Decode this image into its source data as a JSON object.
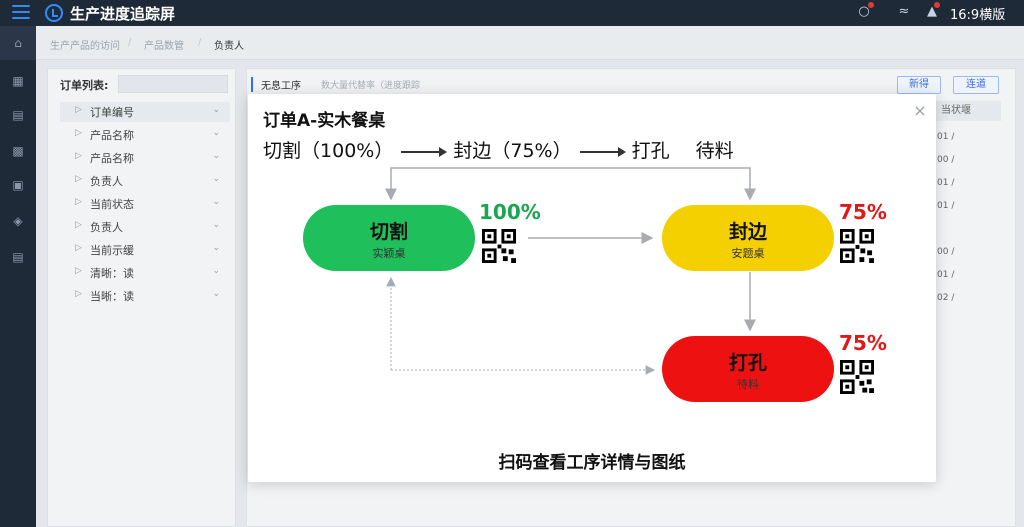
{
  "app": {
    "title": "生产进度追踪屏",
    "ratio_label": "16:9横版"
  },
  "breadcrumb": [
    "生产产品的访问",
    "产品数管",
    "负责人"
  ],
  "tree": {
    "header": "订单列表:",
    "items": [
      {
        "label": "订单编号"
      },
      {
        "label": "产品名称"
      },
      {
        "label": "产品名称"
      },
      {
        "label": "负责人"
      },
      {
        "label": "当前状态"
      },
      {
        "label": "负责人"
      },
      {
        "label": "当前示缓"
      },
      {
        "label": "清晰：读"
      },
      {
        "label": "当晰：读"
      }
    ]
  },
  "main": {
    "tab": "无息工序",
    "subtitle": "数大量代替率（进度跟踪",
    "buttons": {
      "new": "新得",
      "query": "连道"
    },
    "column_header": "当状堰",
    "cells": [
      "01 /",
      "00 /",
      "01 /",
      "01 /",
      "00 /",
      "01 /",
      "02 /"
    ]
  },
  "modal": {
    "title": "订单A-实木餐桌",
    "flow": [
      {
        "name": "切割",
        "pct": "（100%）"
      },
      {
        "name": "封边",
        "pct": "（75%）"
      },
      {
        "name": "打孔",
        "pct": ""
      },
      {
        "name": "待料",
        "pct": ""
      }
    ],
    "stages": [
      {
        "name": "切割",
        "sub": "实颖桌",
        "percent_label": "100%",
        "percent": 100,
        "color": "#1fbf5c",
        "pct_color": "#1aa64e"
      },
      {
        "name": "封边",
        "sub": "安题桌",
        "percent_label": "75%",
        "percent": 75,
        "color": "#f4d000",
        "pct_color": "#e01818"
      },
      {
        "name": "打孔",
        "sub": "待料",
        "percent_label": "75%",
        "percent": 75,
        "color": "#ee1111",
        "pct_color": "#e01818"
      }
    ],
    "footer": "扫码查看工序详情与图纸"
  },
  "icons": {
    "menu": "menu-icon",
    "logo": "logo-icon",
    "headset": "headset-icon",
    "signal": "signal-icon",
    "bell": "bell-icon",
    "close": "close-icon",
    "qr": "qr-code-icon"
  }
}
